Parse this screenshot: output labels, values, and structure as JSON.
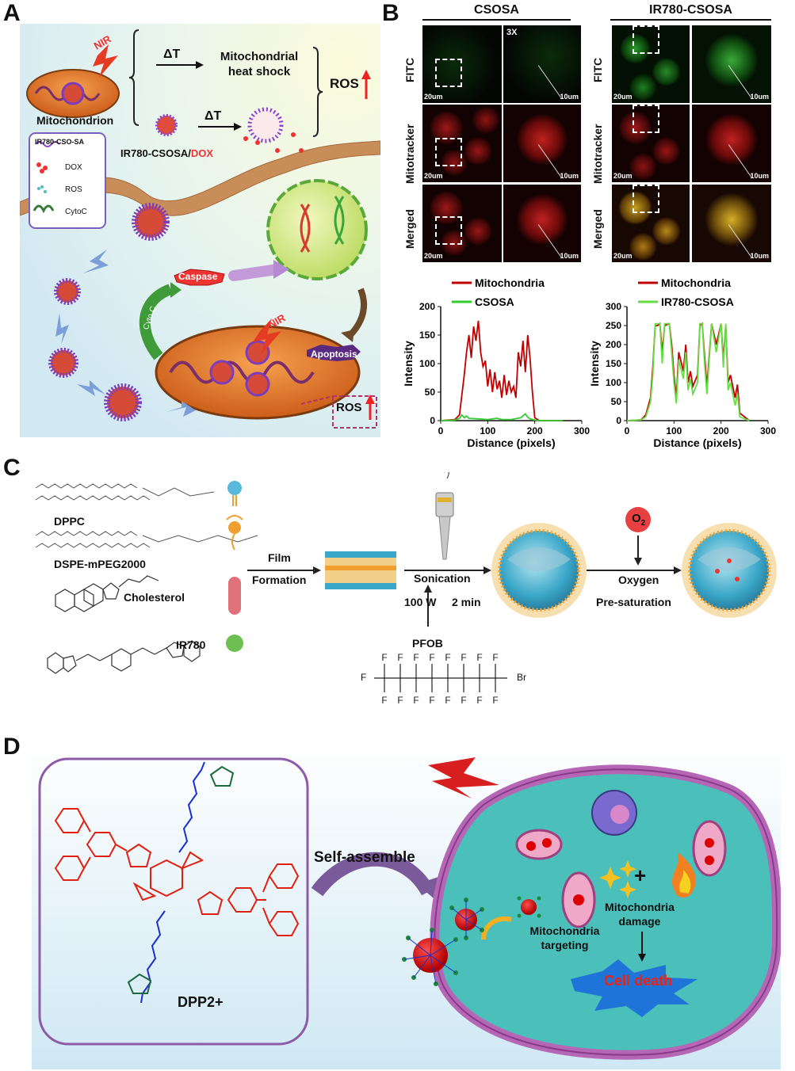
{
  "panels": {
    "a": "A",
    "b": "B",
    "c": "C",
    "d": "D"
  },
  "panel_a": {
    "nir_top": "NIR",
    "delta1": "ΔT",
    "heat_shock": [
      "Mitochondrial",
      "heat shock"
    ],
    "delta2": "ΔT",
    "ros": "ROS",
    "mitochondrion": "Mitochondrion",
    "legend": {
      "compound": "IR780-CSO-SA",
      "dox": "DOX",
      "ros": "ROS",
      "cytoc": "CytoC"
    },
    "nano_label_prefix": "IR780-CSOSA/",
    "nano_label_dox": "DOX",
    "caspase": "Caspase",
    "cyto_c": "Cyto C",
    "nir_bottom": "NIR",
    "apoptosis": "Apoptosis",
    "ros_bottom": "ROS"
  },
  "panel_b": {
    "group1": "CSOSA",
    "group2": "IR780-CSOSA",
    "rows": [
      "FITC",
      "Mitotracker",
      "Merged"
    ],
    "mag": "3X",
    "scale_small": "20um",
    "scale_zoom": "10um"
  },
  "chart_data": [
    {
      "type": "line",
      "xlabel": "Distance (pixels)",
      "ylabel": "Intensity",
      "xlim": [
        0,
        300
      ],
      "ylim": [
        0,
        200
      ],
      "xticks": [
        0,
        100,
        200,
        300
      ],
      "yticks": [
        0,
        50,
        100,
        150,
        200
      ],
      "legend_position": "top-left",
      "series": [
        {
          "name": "Mitochondria",
          "color": "#c00000",
          "x": [
            0,
            30,
            40,
            45,
            50,
            55,
            60,
            65,
            70,
            75,
            80,
            85,
            90,
            95,
            100,
            105,
            110,
            115,
            120,
            125,
            130,
            135,
            140,
            145,
            150,
            155,
            160,
            165,
            170,
            175,
            180,
            185,
            190,
            195,
            200,
            210,
            260
          ],
          "y": [
            0,
            2,
            10,
            45,
            80,
            120,
            150,
            110,
            165,
            140,
            175,
            120,
            95,
            105,
            60,
            90,
            50,
            85,
            55,
            70,
            40,
            80,
            45,
            70,
            50,
            60,
            40,
            120,
            95,
            140,
            85,
            150,
            110,
            50,
            5,
            0,
            0
          ]
        },
        {
          "name": "CSOSA",
          "color": "#33cc33",
          "x": [
            0,
            30,
            40,
            45,
            50,
            55,
            60,
            80,
            100,
            110,
            120,
            130,
            150,
            170,
            180,
            185,
            190,
            200,
            210,
            260
          ],
          "y": [
            0,
            1,
            4,
            10,
            5,
            8,
            4,
            3,
            2,
            3,
            4,
            2,
            2,
            5,
            12,
            6,
            3,
            1,
            0,
            0
          ]
        }
      ]
    },
    {
      "type": "line",
      "xlabel": "Distance (pixels)",
      "ylabel": "Intensity",
      "xlim": [
        0,
        300
      ],
      "ylim": [
        0,
        300
      ],
      "xticks": [
        0,
        100,
        200,
        300
      ],
      "yticks": [
        0,
        50,
        100,
        150,
        200,
        250,
        300
      ],
      "legend_position": "top-left",
      "series": [
        {
          "name": "Mitochondria",
          "color": "#c00000",
          "x": [
            0,
            30,
            40,
            50,
            55,
            60,
            65,
            70,
            75,
            80,
            90,
            95,
            100,
            105,
            110,
            120,
            125,
            130,
            135,
            140,
            150,
            155,
            160,
            165,
            170,
            180,
            190,
            200,
            205,
            210,
            215,
            220,
            230,
            235,
            240,
            260
          ],
          "y": [
            0,
            2,
            15,
            60,
            140,
            250,
            250,
            255,
            180,
            250,
            255,
            200,
            120,
            60,
            180,
            130,
            200,
            100,
            130,
            90,
            120,
            250,
            255,
            170,
            90,
            255,
            200,
            255,
            160,
            250,
            100,
            120,
            60,
            95,
            20,
            0
          ]
        },
        {
          "name": "IR780-CSOSA",
          "color": "#66dd44",
          "x": [
            0,
            30,
            40,
            50,
            55,
            60,
            65,
            70,
            75,
            80,
            90,
            95,
            100,
            105,
            110,
            120,
            125,
            130,
            135,
            140,
            150,
            155,
            160,
            165,
            170,
            180,
            190,
            200,
            205,
            210,
            215,
            220,
            230,
            235,
            240,
            260
          ],
          "y": [
            0,
            2,
            10,
            50,
            120,
            255,
            255,
            255,
            150,
            255,
            255,
            180,
            100,
            45,
            160,
            110,
            180,
            80,
            110,
            70,
            100,
            255,
            255,
            150,
            70,
            255,
            180,
            255,
            140,
            255,
            80,
            100,
            40,
            70,
            10,
            0
          ]
        }
      ]
    }
  ],
  "panel_c": {
    "dppc": "DPPC",
    "dspe": "DSPE-mPEG2000",
    "cholesterol": "Cholesterol",
    "ir780": "IR780",
    "film": "Film",
    "formation": "Formation",
    "sonication": "Sonication",
    "w100": "100 W",
    "min2": "2 min",
    "pfob": "PFOB",
    "o2": "O",
    "o2_sub": "2",
    "oxygen": "Oxygen",
    "presat": "Pre-saturation",
    "pfob_f": "F",
    "pfob_br": "Br"
  },
  "panel_d": {
    "dpp": "DPP2+",
    "self_assemble": "Self-assemble",
    "mito_targeting": [
      "Mitochondria",
      "targeting"
    ],
    "mito_damage": [
      "Mitochondria",
      "damage"
    ],
    "cell_death": "Cell death",
    "plus": "+"
  }
}
